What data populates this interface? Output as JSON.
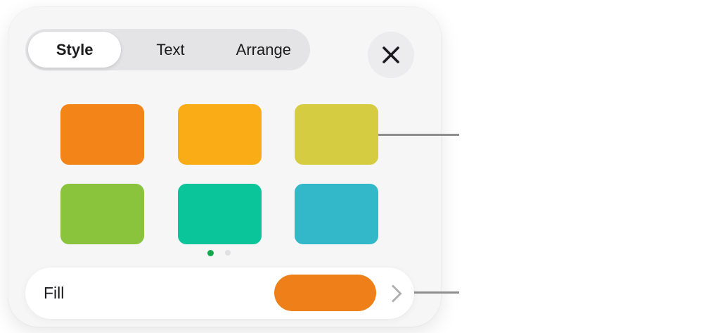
{
  "panel": {
    "tabs": {
      "style": "Style",
      "text": "Text",
      "arrange": "Arrange"
    },
    "swatches": {
      "items": [
        {
          "name": "orange",
          "color": "#F28418"
        },
        {
          "name": "amber",
          "color": "#F9AC15"
        },
        {
          "name": "yellow-green",
          "color": "#D5CC42"
        },
        {
          "name": "green",
          "color": "#8AC43C"
        },
        {
          "name": "emerald",
          "color": "#0AC49A"
        },
        {
          "name": "cyan",
          "color": "#33B8C9"
        }
      ]
    },
    "pager": {
      "active_color": "#11A94C",
      "inactive_color": "#E0E0E2"
    },
    "fill": {
      "label": "Fill",
      "swatch_color": "#EF8019"
    }
  },
  "callouts": {
    "line_color": "#8E8E8E"
  }
}
